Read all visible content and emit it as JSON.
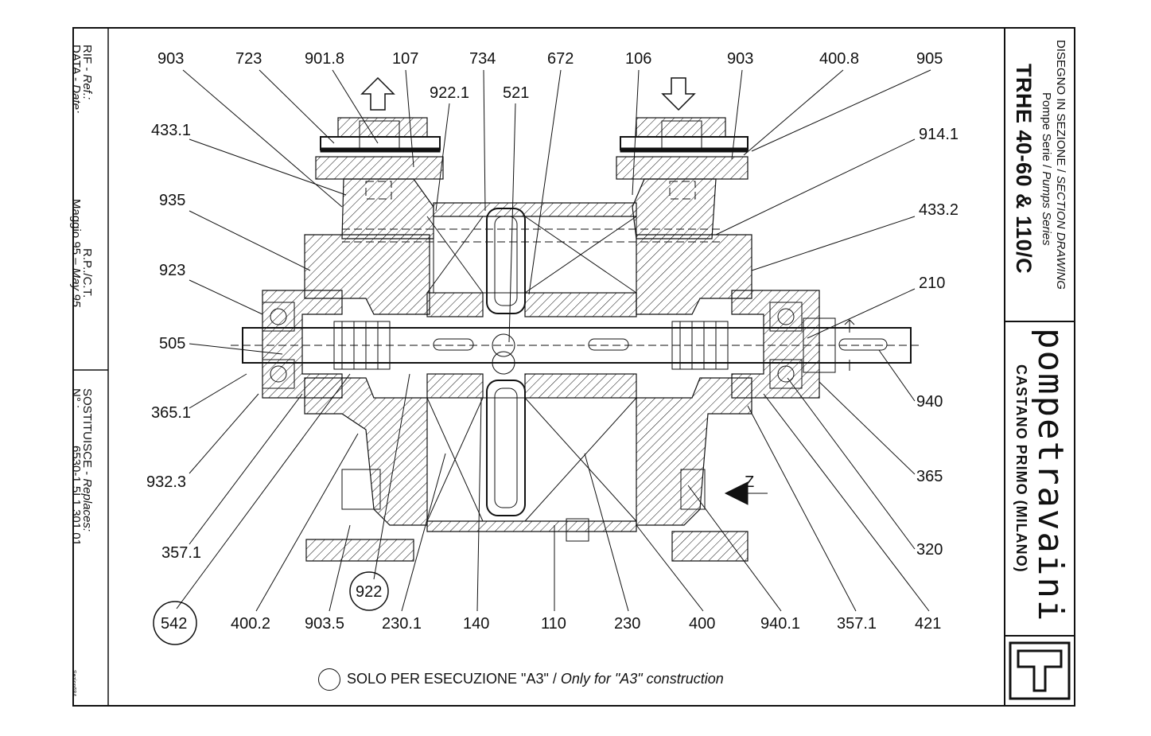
{
  "left_strip": {
    "rif_label": "RIF - ",
    "rif_label_en": "Ref.:",
    "rif_value": "R.P../C.T.",
    "data_label": "DATA - ",
    "data_label_en": "Date:",
    "data_value": "Maggio 95 – ",
    "data_value_en": "May 95",
    "sost_label": "SOSTITUISCE - ",
    "sost_label_en": "Replaces:",
    "no_label": "N°.:",
    "no_value": "6530-1.5L1.301.01",
    "tiny_code": "Sezion684"
  },
  "title_block": {
    "line1": "DISEGNO IN SEZIONE / ",
    "line1_en": "SECTION DRAWING",
    "line2": "Pompe Serie / ",
    "line2_en": "Pumps Series",
    "model": "TRHE 40-60 & 110/C",
    "brand": "pompetravaini",
    "city": "CASTANO PRIMO  (MILANO)"
  },
  "labels": {
    "top": [
      "903",
      "723",
      "901.8",
      "107",
      "734",
      "672",
      "106",
      "903",
      "400.8",
      "905"
    ],
    "sub_top": [
      "922.1",
      "521"
    ],
    "left": [
      "433.1",
      "935",
      "923",
      "505",
      "365.1",
      "932.3",
      "357.1"
    ],
    "right": [
      "914.1",
      "433.2",
      "210",
      "940",
      "365",
      "320"
    ],
    "bottom": [
      "542",
      "400.2",
      "903.5",
      "230.1",
      "140",
      "110",
      "230",
      "400",
      "940.1",
      "357.1",
      "421"
    ],
    "circled_mid": "922",
    "z_mark": "Z"
  },
  "footnote": {
    "text": "SOLO PER ESECUZIONE \"A3\" / ",
    "text_en": "Only for \"A3\" construction"
  }
}
